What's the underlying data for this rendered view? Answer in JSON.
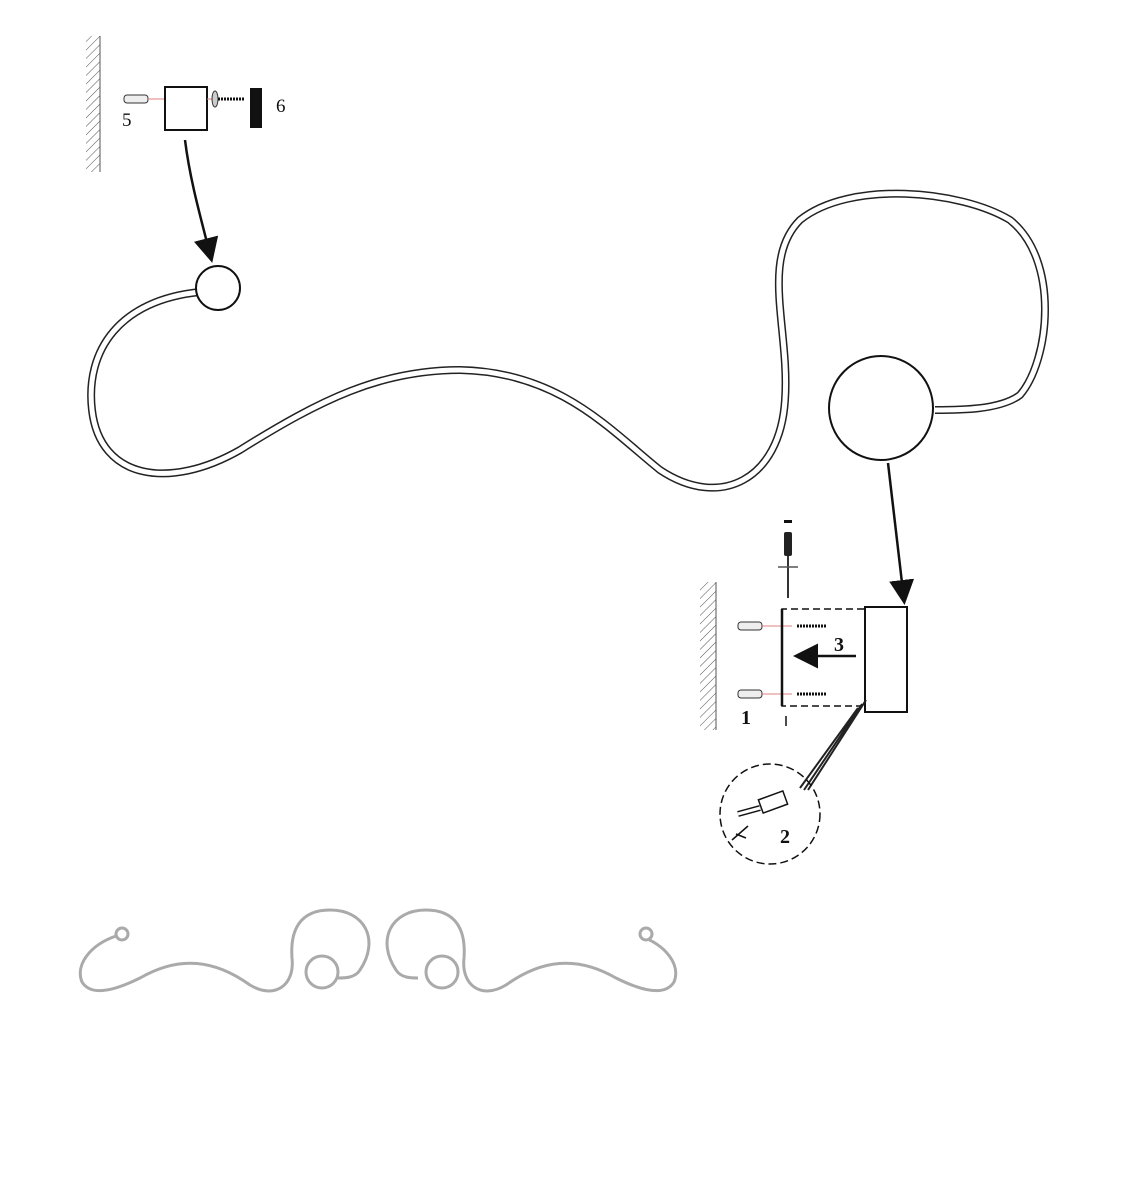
{
  "labels": {
    "step5": "5",
    "step6": "6",
    "step1": "1",
    "step2": "2",
    "step3": "3"
  },
  "colors": {
    "line": "#111111",
    "guide": "#e08080",
    "thumbnail": "#aaaaaa"
  }
}
